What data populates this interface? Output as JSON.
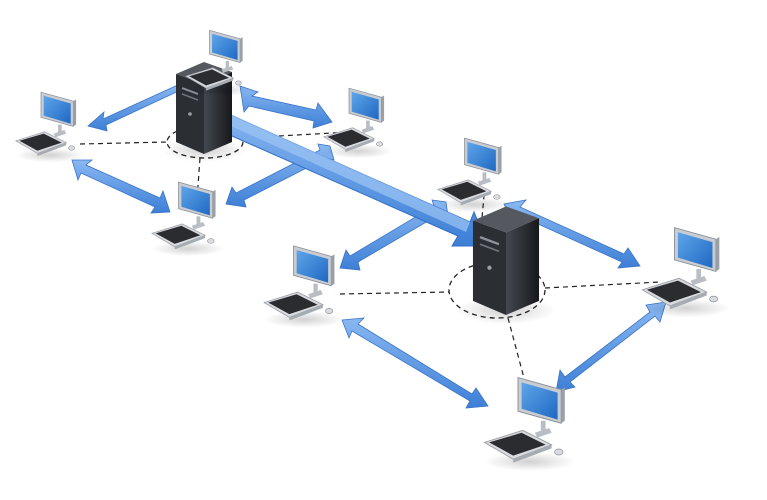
{
  "diagram": {
    "kind": "client-server network illustration",
    "colors": {
      "background": "#ffffff",
      "arrow_fill": "#4f8fe0",
      "arrow_light": "#8ab8f2",
      "arrow_dark": "#2f6ec4",
      "server_body": "#1f2124",
      "server_side": "#3a3d42",
      "screen": "#2f7fd6",
      "monitor_frame": "#c9ccd1",
      "keyboard": "#d6d8dc",
      "dashed_line": "#222222"
    },
    "servers": [
      {
        "id": "server-a",
        "icon": "tower-server-icon"
      },
      {
        "id": "server-b",
        "icon": "tower-server-icon"
      }
    ],
    "workstations": [
      {
        "id": "ws-1",
        "group": "server-a",
        "icon": "desktop-computer-icon"
      },
      {
        "id": "ws-2",
        "group": "server-a",
        "icon": "desktop-computer-icon"
      },
      {
        "id": "ws-3",
        "group": "server-a",
        "icon": "desktop-computer-icon"
      },
      {
        "id": "ws-4",
        "group": "server-a",
        "icon": "desktop-computer-icon"
      },
      {
        "id": "ws-5",
        "group": "server-b",
        "icon": "desktop-computer-icon"
      },
      {
        "id": "ws-6",
        "group": "server-b",
        "icon": "desktop-computer-icon"
      },
      {
        "id": "ws-7",
        "group": "server-b",
        "icon": "desktop-computer-icon"
      },
      {
        "id": "ws-8",
        "group": "server-b",
        "icon": "desktop-computer-icon"
      }
    ],
    "connections": [
      {
        "from": "server-a",
        "to": "server-b",
        "style": "large-double-arrow"
      },
      {
        "from": "ws-1",
        "to": "ws-2",
        "style": "double-arrow"
      },
      {
        "from": "ws-2",
        "to": "ws-3",
        "style": "double-arrow"
      },
      {
        "from": "ws-1",
        "to": "ws-4",
        "style": "double-arrow"
      },
      {
        "from": "ws-5",
        "to": "ws-6",
        "style": "double-arrow"
      },
      {
        "from": "ws-6",
        "to": "ws-7",
        "style": "double-arrow"
      },
      {
        "from": "ws-7",
        "to": "ws-8",
        "style": "double-arrow"
      }
    ]
  }
}
